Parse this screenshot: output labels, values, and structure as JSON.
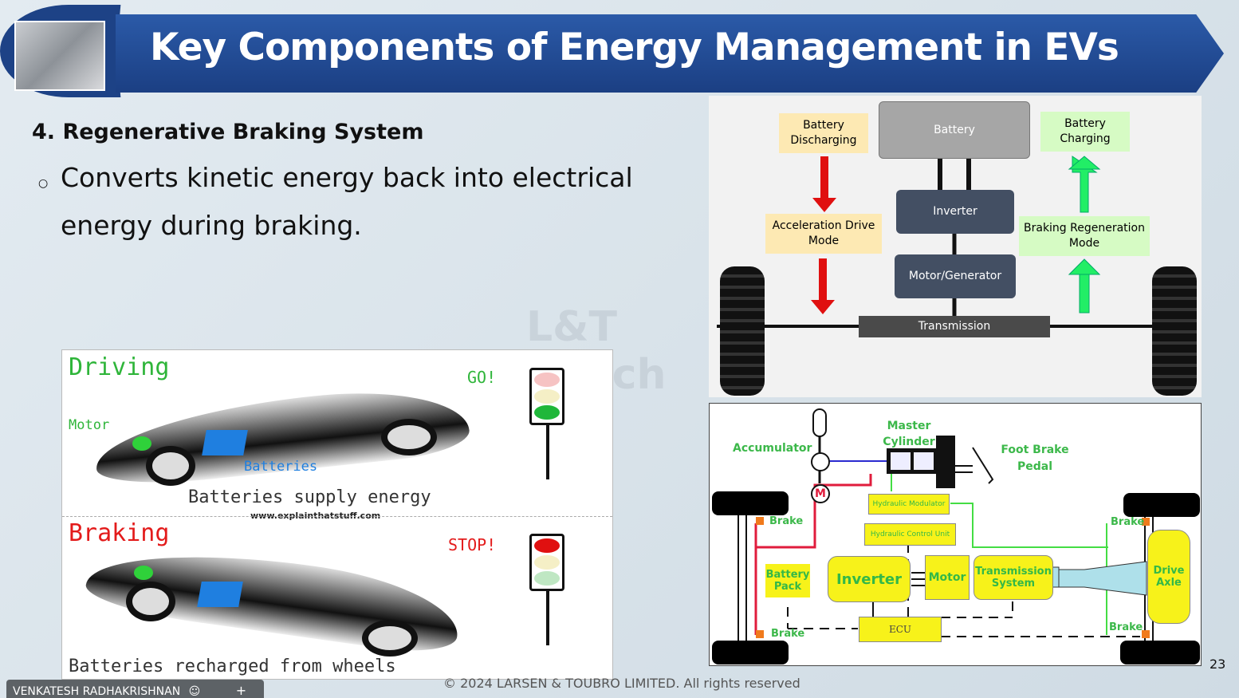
{
  "header": {
    "title": "Key Components of Energy Management in EVs"
  },
  "content": {
    "subtitle": "4. Regenerative Braking System",
    "bullet_line1": "Converts kinetic energy back into electrical",
    "bullet_line2": "energy during braking."
  },
  "left_figure": {
    "driving": "Driving",
    "go": "GO!",
    "motor": "Motor",
    "batteries": "Batteries",
    "supply": "Batteries supply energy",
    "url": "www.explainthatstuff.com",
    "braking": "Braking",
    "stop": "STOP!",
    "recharged": "Batteries recharged from wheels"
  },
  "top_diagram": {
    "battery_discharging": "Battery Discharging",
    "battery": "Battery",
    "battery_charging": "Battery Charging",
    "inverter": "Inverter",
    "acceleration": "Acceleration Drive Mode",
    "braking_regen": "Braking Regeneration Mode",
    "motor_generator": "Motor/Generator",
    "transmission": "Transmission"
  },
  "bottom_diagram": {
    "accumulator": "Accumulator",
    "master_cylinder": "Master Cylinder",
    "foot_brake_pedal": "Foot Brake Pedal",
    "m": "M",
    "hydraulic_modulator": "Hydraulic Modulator",
    "hydraulic_control_unit": "Hydraulic Control Unit",
    "brake": "Brake",
    "battery_pack": "Battery Pack",
    "inverter": "Inverter",
    "motor": "Motor",
    "transmission_system": "Transmission System",
    "drive_axle": "Drive Axle",
    "ecu": "ECU"
  },
  "footer": {
    "copyright": "© 2024 LARSEN & TOUBRO LIMITED. All rights reserved",
    "page": "23",
    "presenter": "VENKATESH RADHAKRISHNAN"
  },
  "colors": {
    "banner": "#1f4a92",
    "red_arrow": "#e01010",
    "green_arrow": "#22ee66",
    "yellow_box": "#f7f21a",
    "label_green": "#3cb84a"
  }
}
